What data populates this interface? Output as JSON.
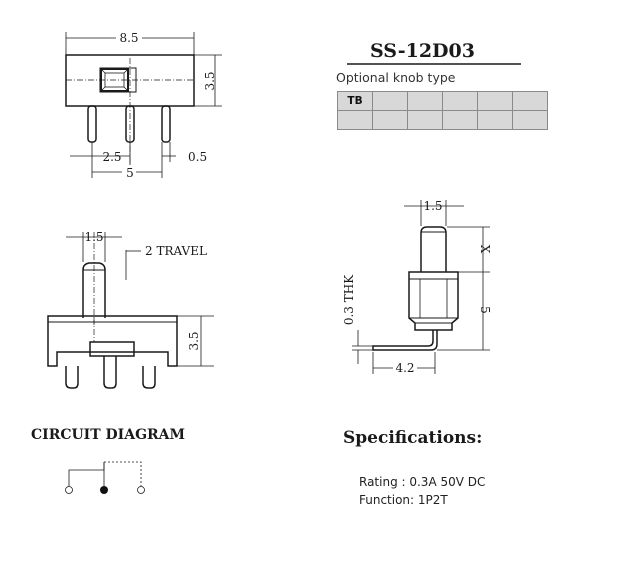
{
  "part_number": "SS-12D03",
  "knob_section": {
    "label": "Optional knob type",
    "table_rows": [
      [
        "TB",
        "",
        "",
        "",
        "",
        ""
      ],
      [
        "",
        "",
        "",
        "",
        "",
        ""
      ]
    ]
  },
  "top_view": {
    "width": "8.5",
    "height": "3.5",
    "pin_pitch": "2.5",
    "pin_span": "5",
    "pin_width": "0.5"
  },
  "front_view": {
    "knob_width": "1.5",
    "travel": "2 TRAVEL",
    "body_height": "3.5"
  },
  "side_view": {
    "knob_width": "1.5",
    "knob_height": "X",
    "body_height": "5",
    "thickness": "0.3 THK",
    "foot_length": "4.2"
  },
  "circuit_diagram": {
    "title": "CIRCUIT DIAGRAM"
  },
  "specifications": {
    "title": "Specifications:",
    "rating": "Rating : 0.3A 50V DC",
    "function": "Function: 1P2T"
  }
}
